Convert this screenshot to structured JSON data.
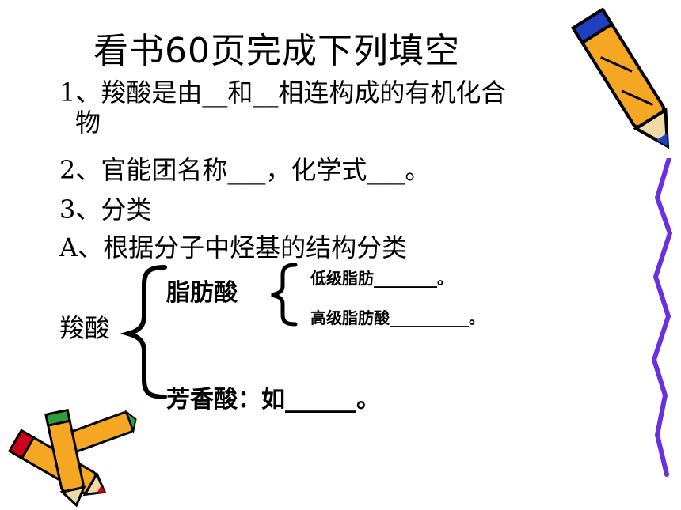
{
  "title": "看书60页完成下列填空",
  "q1": {
    "line1": "1、羧酸是由__和__相连构成的有机化合",
    "line2": "物"
  },
  "q2": "2、官能团名称___，化学式___。",
  "q3": "3、分类",
  "qA": "A、根据分子中烃基的结构分类",
  "diagram": {
    "root": "羧酸",
    "branch1": "脂肪酸",
    "branch1_children": [
      "低级脂肪________。",
      "高级脂肪酸__________。"
    ],
    "branch2": "芳香酸：如______。"
  }
}
